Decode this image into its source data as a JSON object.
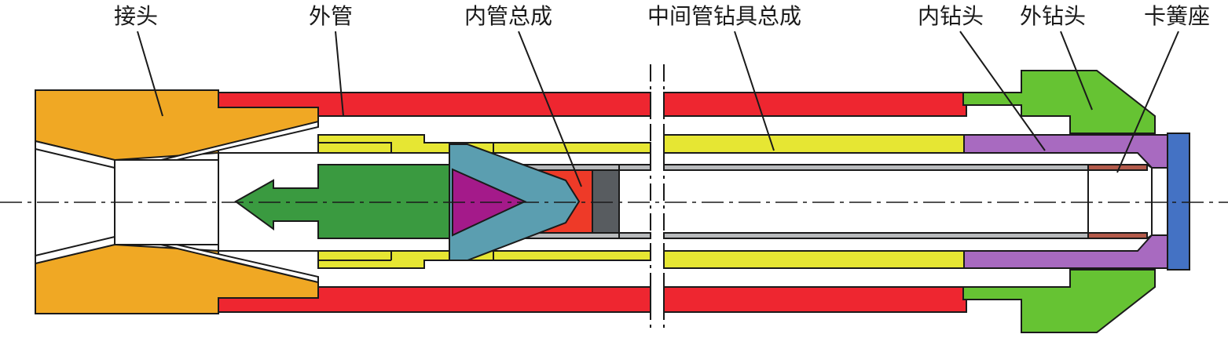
{
  "labels": {
    "joint": "接头",
    "outer_tube": "外管",
    "inner_tube_assembly": "内管总成",
    "middle_tube_drill_assembly": "中间管钻具总成",
    "inner_bit": "内钻头",
    "outer_bit": "外钻头",
    "collet_seat": "卡簧座"
  },
  "colors": {
    "joint": "#f0a824",
    "outer_tube": "#ee2630",
    "middle_tube": "#e6e633",
    "inner_core": "#3a9a40",
    "cone_outer": "#5b9eb0",
    "cone_inner": "#a41a8a",
    "inner_red": "#ee3a28",
    "dark_block": "#585c60",
    "inner_tube_gray": "#b8babc",
    "outer_bit": "#66c333",
    "inner_bit": "#a86ac0",
    "collet_seat": "#4472c4",
    "collet_brown": "#b35a4a",
    "outline": "#1a1a1a"
  }
}
